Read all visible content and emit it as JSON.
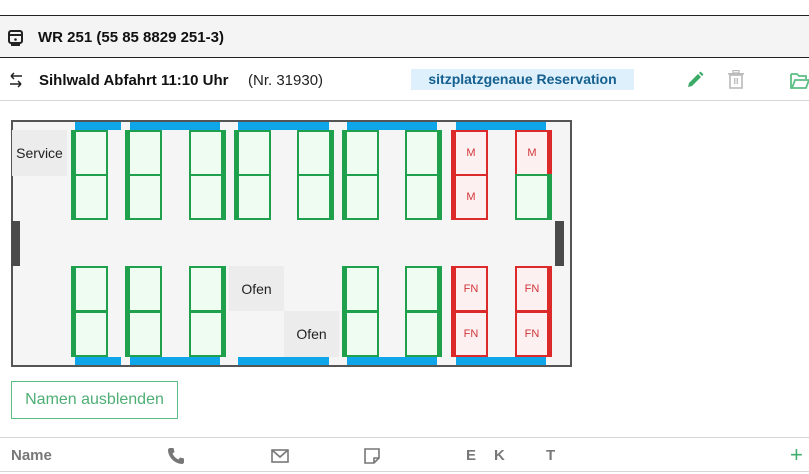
{
  "coach": {
    "icon": "train-icon",
    "title": "WR 251 (55 85 8829 251-3)"
  },
  "trip": {
    "icon": "swap-arrows-icon",
    "title": "Sihlwald Abfahrt 11:10 Uhr",
    "number": "(Nr. 31930)",
    "badge": "sitzplatzgenaue Reservation",
    "actions": [
      "edit-icon",
      "trash-icon",
      "folder-open-icon"
    ]
  },
  "seatmap": {
    "fixtures": {
      "service": "Service",
      "oven_1": "Ofen",
      "oven_2": "Ofen"
    },
    "top_row": [
      {
        "upper": "",
        "lower": "",
        "reserved": false
      },
      {
        "upper": "",
        "lower": "",
        "reserved": false
      },
      {
        "upper": "",
        "lower": "",
        "reserved": false
      },
      {
        "upper": "",
        "lower": "",
        "reserved": false
      },
      {
        "upper": "",
        "lower": "",
        "reserved": false
      },
      {
        "upper": "",
        "lower": "",
        "reserved": false
      },
      {
        "upper": "",
        "lower": "",
        "reserved": false
      },
      {
        "upper": "M",
        "lower": "M",
        "reserved": true
      },
      {
        "upper": "M",
        "lower": "",
        "reserved": "upper"
      }
    ],
    "bottom_row": [
      {
        "upper": "",
        "lower": "",
        "reserved": false
      },
      {
        "upper": "",
        "lower": "",
        "reserved": false
      },
      {
        "upper": "",
        "lower": "",
        "reserved": false
      },
      {
        "upper": "",
        "lower": "",
        "reserved": false
      },
      {
        "upper": "",
        "lower": "",
        "reserved": false
      },
      {
        "upper": "FN",
        "lower": "FN",
        "reserved": true
      },
      {
        "upper": "FN",
        "lower": "FN",
        "reserved": true
      }
    ],
    "colors": {
      "free_border": "#1fa04c",
      "free_fill": "#effcf2",
      "reserved_border": "#dc2a2a",
      "reserved_fill": "#fdf0f0",
      "window": "#0ea5e9",
      "door": "#4a4a4a"
    }
  },
  "buttons": {
    "hide_names": "Namen ausblenden"
  },
  "table": {
    "columns": {
      "name": "Name",
      "phone": "phone-icon",
      "email": "mail-icon",
      "note": "note-icon",
      "e": "E",
      "k": "K",
      "t": "T"
    },
    "add": "+"
  }
}
